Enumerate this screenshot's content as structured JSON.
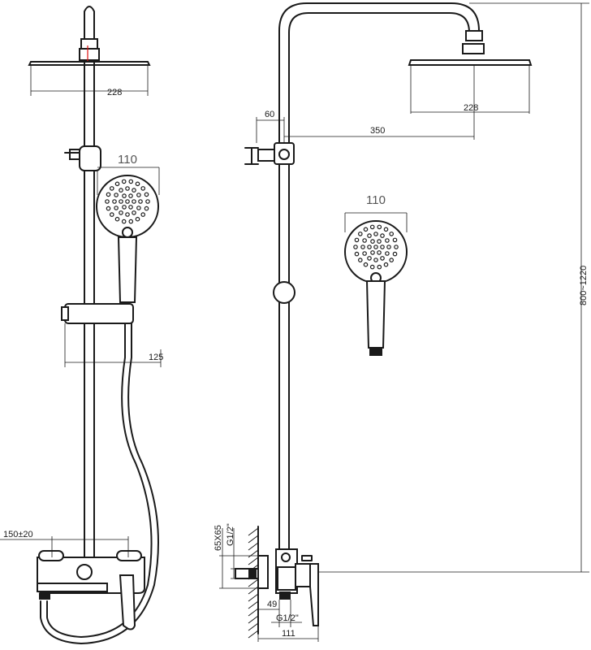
{
  "dimensions": {
    "left_head_width": "228",
    "left_handset_width": "110",
    "left_holder_offset": "125",
    "left_inlet_spacing": "150±20",
    "right_arm_offset": "60",
    "right_arm_reach": "350",
    "right_head_width": "228",
    "right_handset_width": "110",
    "right_height_range": "800~1220",
    "right_escutcheon": "65X65",
    "right_thread_upper": "G1/2\"",
    "right_thread_lower": "G1/2\"",
    "right_depth_49": "49",
    "right_depth_111": "111"
  }
}
